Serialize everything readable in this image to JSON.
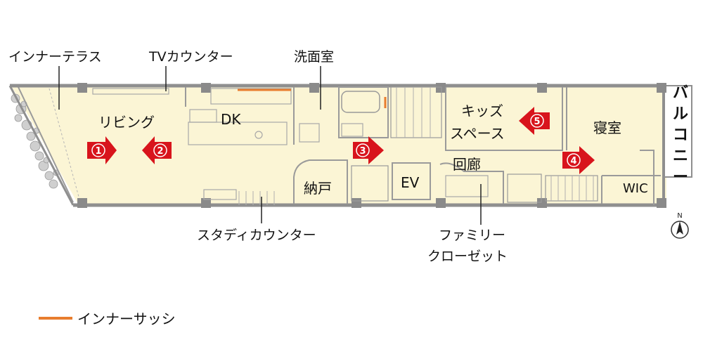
{
  "callouts": {
    "inner_terrace": "インナーテラス",
    "tv_counter": "TVカウンター",
    "washroom": "洗面室",
    "study_counter": "スタディカウンター",
    "family_closet_line1": "ファミリー",
    "family_closet_line2": "クローゼット"
  },
  "rooms": {
    "living": "リビング",
    "dk": "DK",
    "storage": "納戸",
    "ev": "EV",
    "kids_line1": "キッズ",
    "kids_line2": "スペース",
    "corridor": "回廊",
    "bedroom": "寝室",
    "wic": "WIC",
    "balcony_chars": [
      "バ",
      "ル",
      "コ",
      "ニ",
      "ー"
    ]
  },
  "markers": [
    "1",
    "2",
    "3",
    "4",
    "5"
  ],
  "legend": {
    "label": "インナーサッシ",
    "color": "#e87d2e"
  },
  "compass": {
    "label": "N"
  },
  "colors": {
    "floor": "#fbf5d5",
    "wall": "#8f8f8f",
    "arrow": "#d8141c"
  }
}
